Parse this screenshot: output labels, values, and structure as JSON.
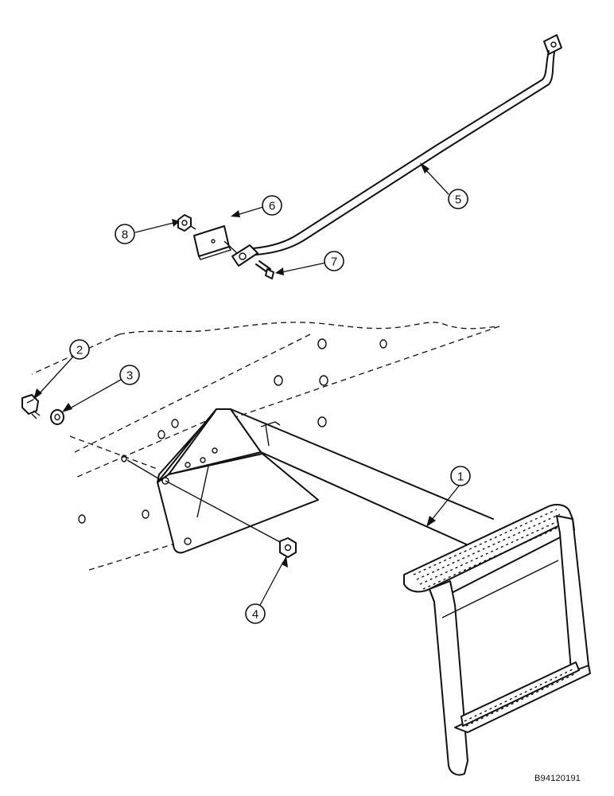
{
  "callouts": [
    {
      "id": "1",
      "label": "1"
    },
    {
      "id": "2",
      "label": "2"
    },
    {
      "id": "3",
      "label": "3"
    },
    {
      "id": "4",
      "label": "4"
    },
    {
      "id": "5",
      "label": "5"
    },
    {
      "id": "6",
      "label": "6"
    },
    {
      "id": "7",
      "label": "7"
    },
    {
      "id": "8",
      "label": "8"
    }
  ],
  "figure_id": "B94120191"
}
